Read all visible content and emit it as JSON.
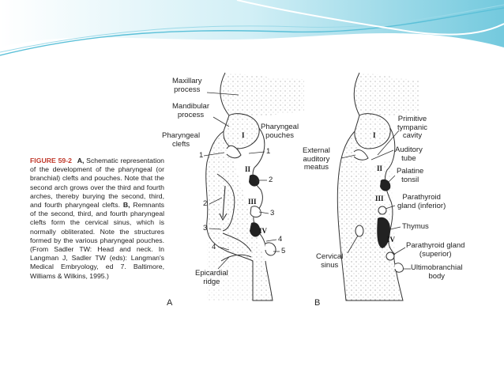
{
  "caption": {
    "fig_label": "FIGURE 59-2",
    "part_a_letter": "A,",
    "text_a": " Schematic representation of the development of the pharyngeal (or branchial) clefts and pouches. Note that the second arch grows over the third and fourth arches, thereby burying the second, third, and fourth pharyngeal clefts. ",
    "part_b_letter": "B,",
    "text_b": " Remnants of the second, third, and fourth pharyngeal clefts form the cervical sinus, which is normally obliterated. Note the structures formed by the various pharyngeal pouches. (From Sadler TW: Head and neck. In Langman J, Sadler TW (eds): Langman's Medical Embryology, ed 7. Baltimore, Williams & Wilkins, 1995.)"
  },
  "panel_a": {
    "letter": "A",
    "labels": {
      "maxillary": "Maxillary\nprocess",
      "mandibular": "Mandibular\nprocess",
      "clefts": "Pharyngeal\nclefts",
      "pouches": "Pharyngeal\npouches",
      "epicardial": "Epicardial\nridge"
    },
    "cleft_numbers": [
      "1",
      "2",
      "3",
      "4"
    ],
    "pouch_numbers": [
      "1",
      "2",
      "3",
      "4",
      "5"
    ],
    "arches": [
      "I",
      "II",
      "III",
      "IV"
    ]
  },
  "panel_b": {
    "letter": "B",
    "labels": {
      "primitive": "Primitive\ntympanic\ncavity",
      "auditory": "Auditory\ntube",
      "external": "External\nauditory\nmeatus",
      "palatine": "Palatine\ntonsil",
      "parathyroid_inf": "Parathyroid\ngland (inferior)",
      "thymus": "Thymus",
      "parathyroid_sup": "Parathyroid gland\n(superior)",
      "cervical": "Cervical\nsinus",
      "ultimo": "Ultimobranchial\nbody"
    },
    "arches": [
      "I",
      "II",
      "III",
      "IV"
    ]
  },
  "colors": {
    "header_teal": "#5bc0d8",
    "header_light": "#d9f0f7",
    "caption_label": "#c0392b"
  }
}
